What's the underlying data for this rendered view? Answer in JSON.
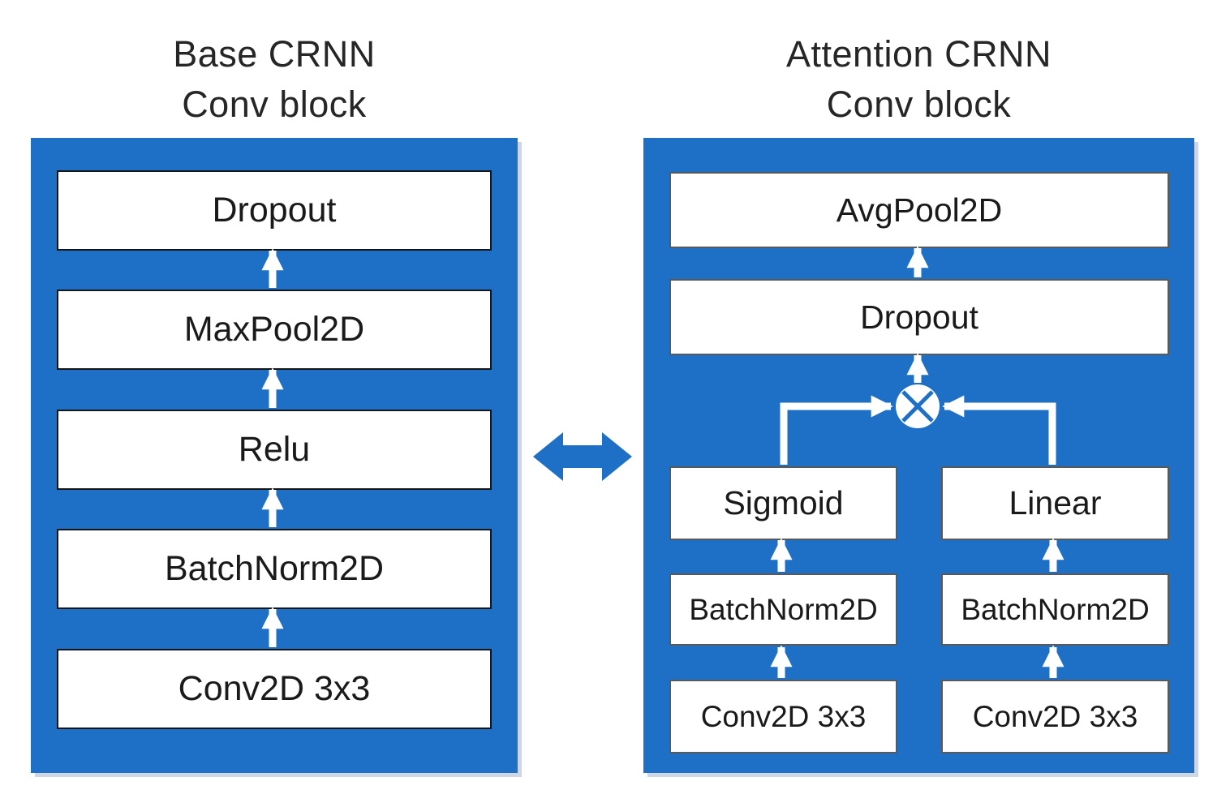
{
  "base_crnn": {
    "title": [
      "Base CRNN",
      "Conv block"
    ],
    "layers_top_to_bottom": [
      "Dropout",
      "MaxPool2D",
      "Relu",
      "BatchNorm2D",
      "Conv2D 3x3"
    ]
  },
  "attention_crnn": {
    "title": [
      "Attention CRNN",
      "Conv block"
    ],
    "output_layers_top_to_bottom": [
      "AvgPool2D",
      "Dropout"
    ],
    "merge_node": "multiply",
    "attention_branch_top_to_bottom": [
      "Sigmoid",
      "BatchNorm2D",
      "Conv2D 3x3"
    ],
    "feature_branch_top_to_bottom": [
      "Linear",
      "BatchNorm2D",
      "Conv2D 3x3"
    ]
  },
  "relationship": "bidirectional-equivalence-arrow",
  "colors": {
    "panel_blue": "#1d70c6",
    "box_fill": "#ffffff",
    "base_box_border": "#161616",
    "attention_box_border": "#595959",
    "flow_arrow": "#ffffff",
    "double_arrow": "#1d70c6",
    "title_text": "#262626",
    "box_text": "#1a1a1a"
  }
}
